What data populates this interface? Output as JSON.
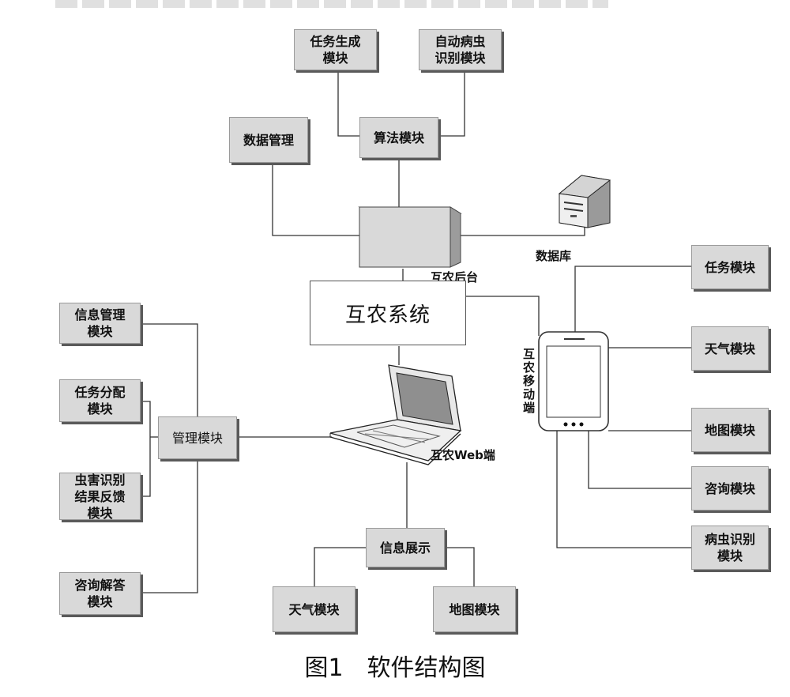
{
  "diagram": {
    "title": "图1　软件结构图",
    "core": {
      "system": "互农系统",
      "backend": "互农后台",
      "database": "数据库",
      "web": "互农Web端",
      "mobile": "互农移动端"
    },
    "backend_modules": {
      "data_mgmt": "数据管理",
      "algorithm": "算法模块",
      "task_gen": "任务生成\n模块",
      "auto_pest": "自动病虫\n识别模块"
    },
    "management": {
      "hub": "管理模块",
      "info_mgmt": "信息管理\n模块",
      "task_assign": "任务分配\n模块",
      "pest_feedback": "虫害识别\n结果反馈\n模块",
      "consult_answer": "咨询解答\n模块"
    },
    "info_display": {
      "hub": "信息展示",
      "weather": "天气模块",
      "map": "地图模块"
    },
    "mobile_modules": {
      "task": "任务模块",
      "weather": "天气模块",
      "map": "地图模块",
      "consult": "咨询模块",
      "pest": "病虫识别\n模块"
    }
  }
}
